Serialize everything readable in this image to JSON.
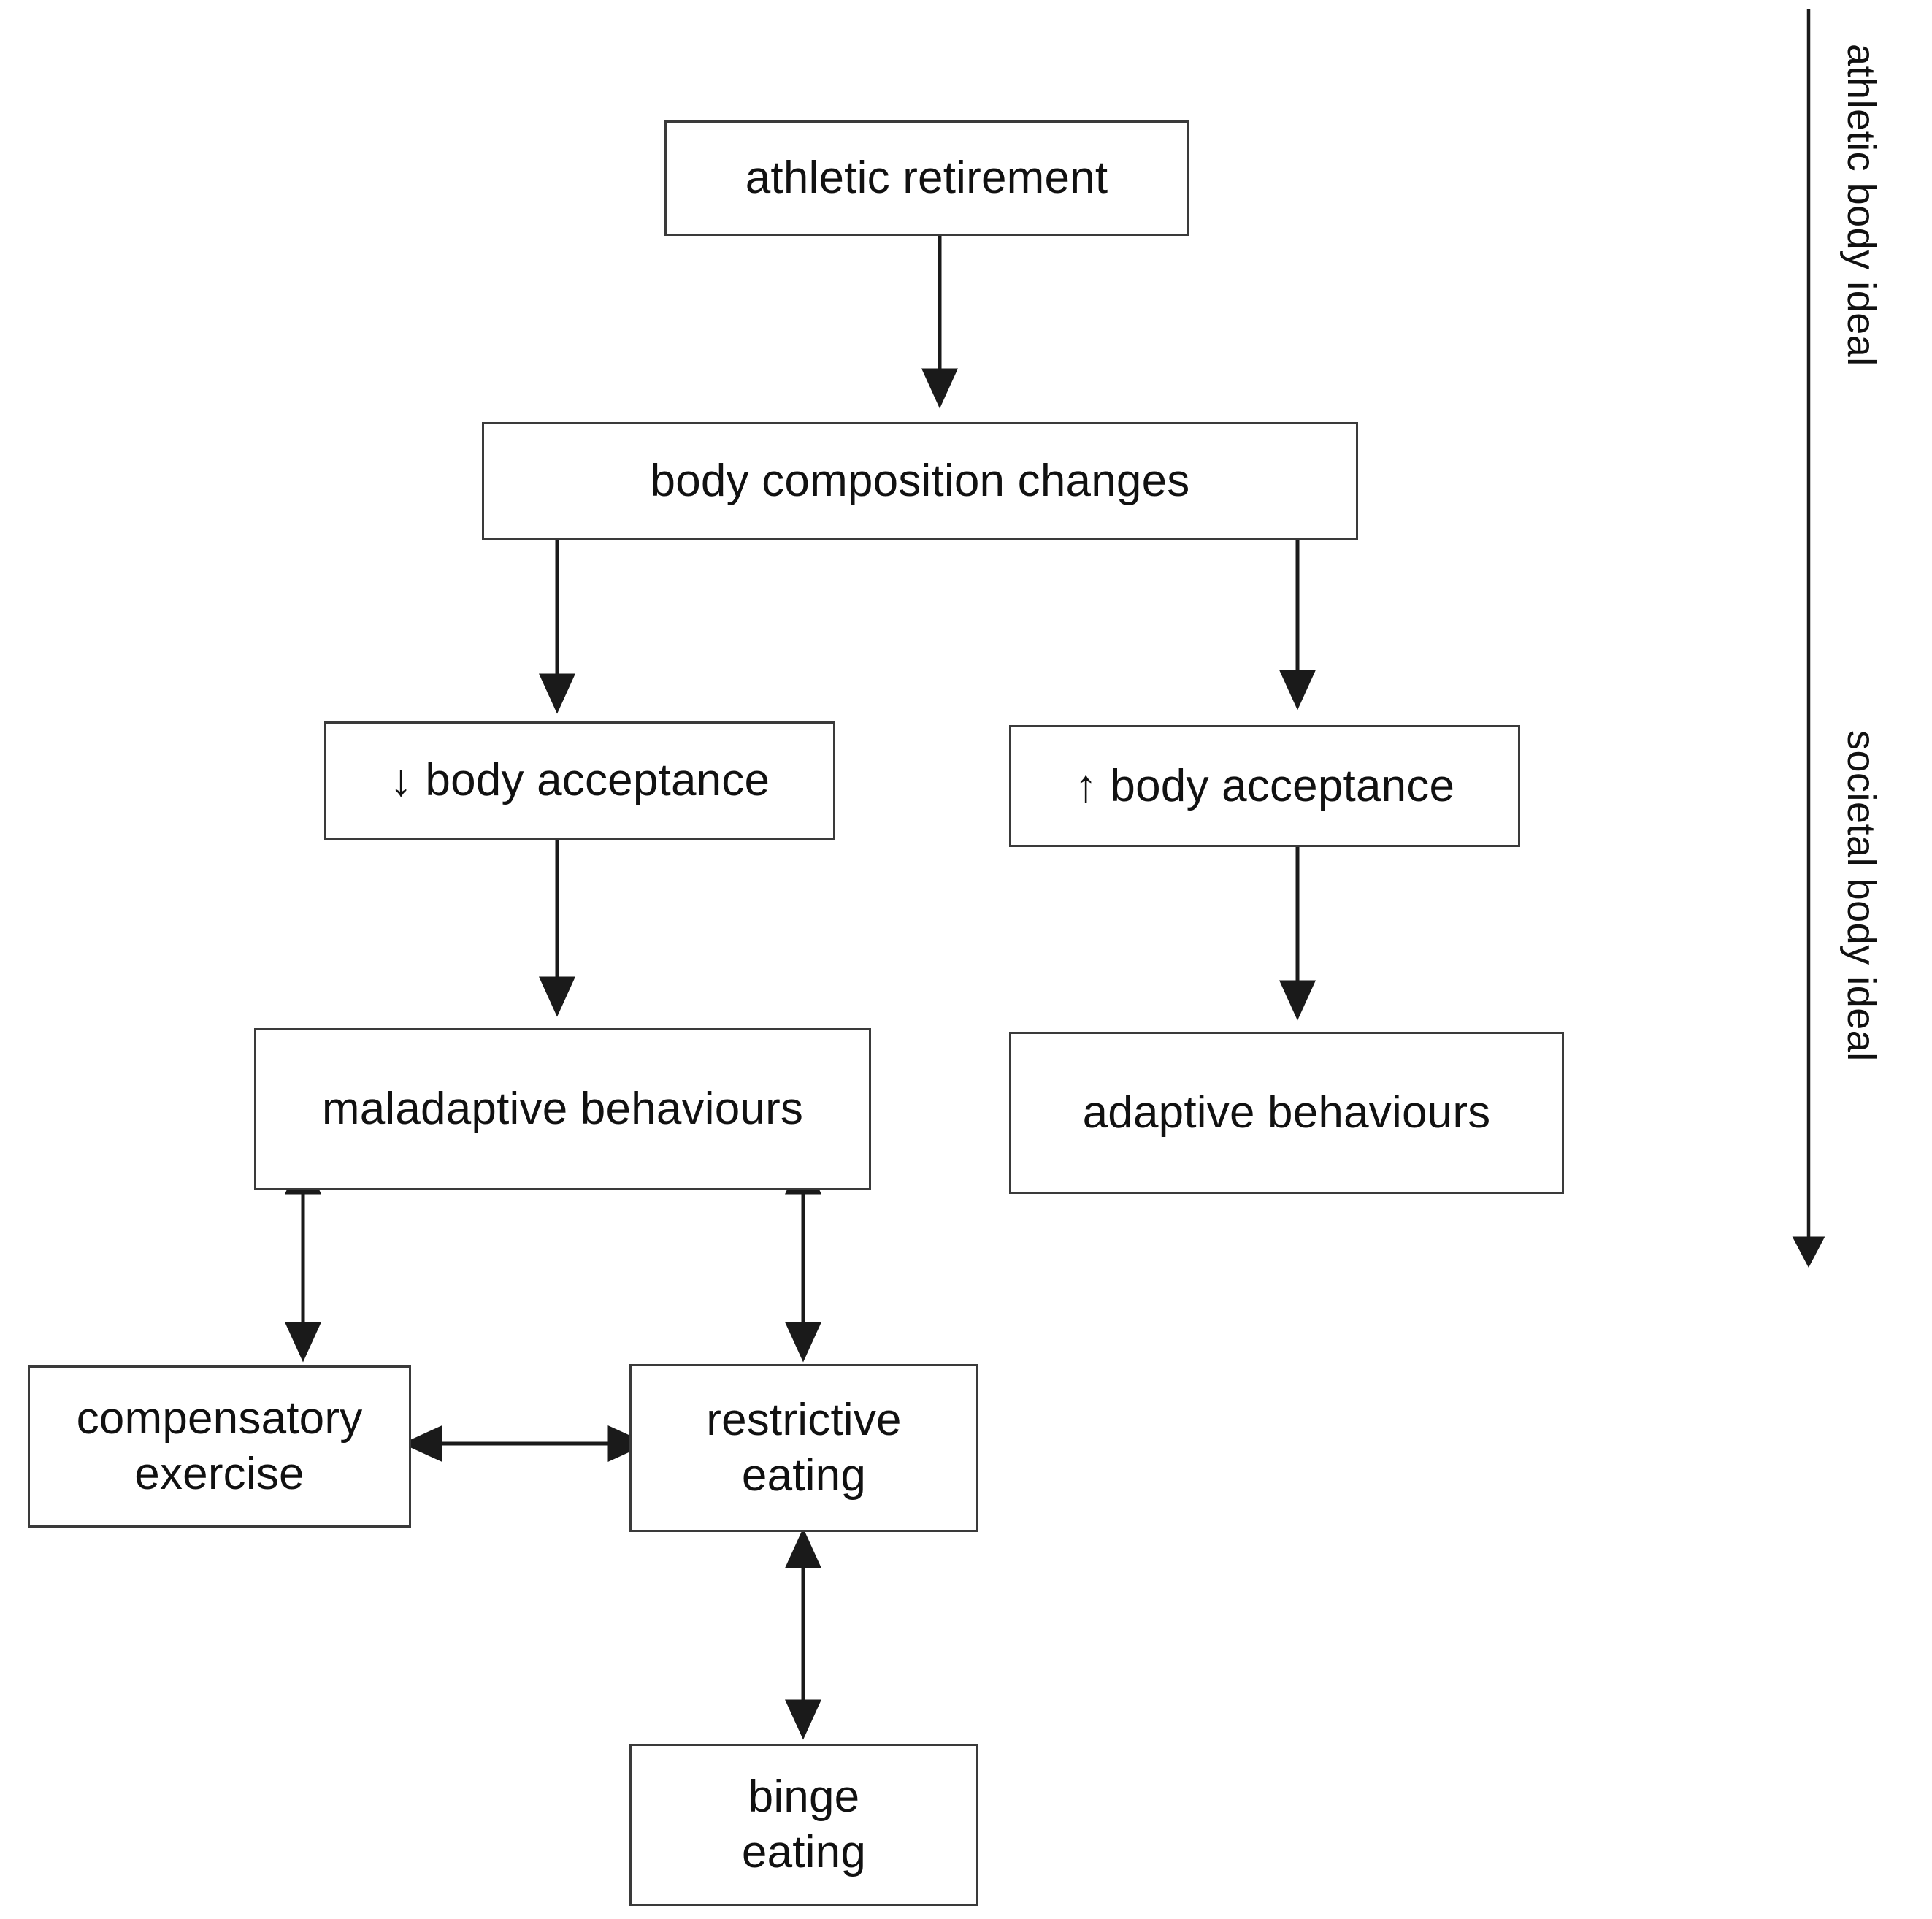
{
  "figure": {
    "type": "flowchart",
    "title": "",
    "nodes": [
      {
        "id": "athletic-retirement",
        "label": "athletic retirement"
      },
      {
        "id": "body-composition",
        "label": "body composition changes"
      },
      {
        "id": "body-acceptance-down",
        "label": "↓ body acceptance"
      },
      {
        "id": "body-acceptance-up",
        "label": "↑ body acceptance"
      },
      {
        "id": "maladaptive",
        "label": "maladaptive behaviours"
      },
      {
        "id": "adaptive",
        "label": "adaptive behaviours"
      },
      {
        "id": "compensatory-exercise",
        "label": "compensatory\nexercise"
      },
      {
        "id": "restrictive-eating",
        "label": "restrictive\neating"
      },
      {
        "id": "binge-eating",
        "label": "binge\neating"
      }
    ],
    "edges": [
      {
        "from": "athletic-retirement",
        "to": "body-composition",
        "style": "single-arrow"
      },
      {
        "from": "body-composition",
        "to": "body-acceptance-down",
        "style": "single-arrow"
      },
      {
        "from": "body-composition",
        "to": "body-acceptance-up",
        "style": "single-arrow"
      },
      {
        "from": "body-acceptance-down",
        "to": "maladaptive",
        "style": "single-arrow"
      },
      {
        "from": "body-acceptance-up",
        "to": "adaptive",
        "style": "single-arrow"
      },
      {
        "from": "maladaptive",
        "to": "compensatory-exercise",
        "style": "double-arrow"
      },
      {
        "from": "maladaptive",
        "to": "restrictive-eating",
        "style": "double-arrow"
      },
      {
        "from": "compensatory-exercise",
        "to": "restrictive-eating",
        "style": "double-arrow"
      },
      {
        "from": "restrictive-eating",
        "to": "binge-eating",
        "style": "double-arrow"
      }
    ],
    "axis": {
      "orientation": "vertical",
      "direction": "top-to-bottom",
      "top_label": "athletic body ideal",
      "bottom_label": "societal body ideal"
    },
    "colors": {
      "box_border": "#3a3a3a",
      "line": "#1a1a1a",
      "text": "#111111",
      "background": "#ffffff"
    }
  }
}
